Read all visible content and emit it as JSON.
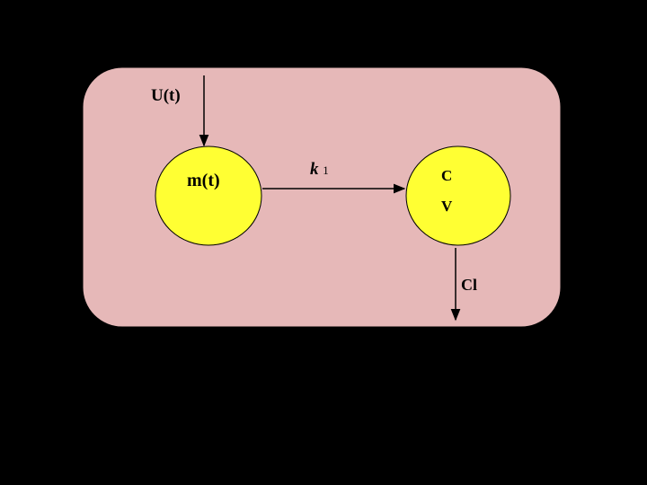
{
  "colors": {
    "background": "#000000",
    "panel": "#E6B8B8",
    "compartment_fill": "#FFFF33",
    "stroke": "#000000"
  },
  "diagram": {
    "input_label": "U(t)",
    "compartment_left_label": "m(t)",
    "rate_label_base": "k",
    "rate_label_sub": "1",
    "compartment_right_label_top": "C",
    "compartment_right_label_bottom": "V",
    "output_label": "Cl"
  }
}
